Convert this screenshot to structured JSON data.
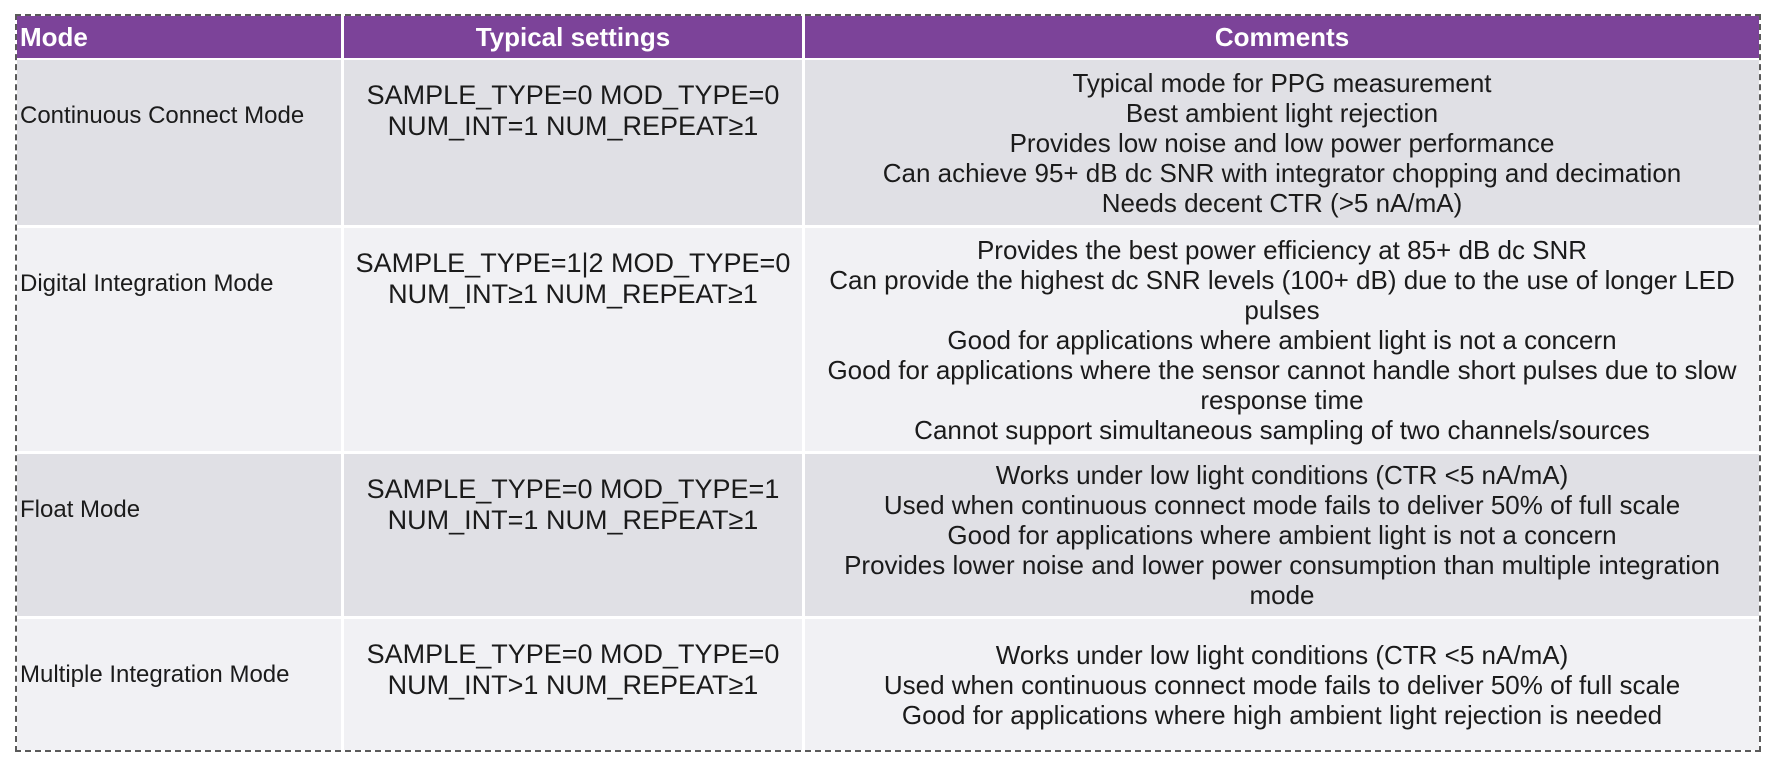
{
  "colors": {
    "header_bg": "#7C4399",
    "header_text": "#FFFFFF",
    "row_dark": "#E0E0E5",
    "row_light": "#F1F1F4",
    "body_text": "#1B1B1B",
    "gridline": "#FFFFFF",
    "outer_border": "#5A5A5A",
    "page_bg": "#FFFFFF"
  },
  "table": {
    "columns": [
      {
        "label": "Mode"
      },
      {
        "label": "Typical settings"
      },
      {
        "label": "Comments"
      }
    ],
    "rows": [
      {
        "mode": "Continuous Connect Mode",
        "settings": [
          "SAMPLE_TYPE=0 MOD_TYPE=0",
          "NUM_INT=1 NUM_REPEAT≥1"
        ],
        "comments": [
          "Typical mode for PPG measurement",
          "Best ambient light rejection",
          "Provides low noise and low power performance",
          "Can achieve 95+ dB dc SNR with integrator chopping and decimation",
          "Needs decent CTR (>5 nA/mA)"
        ]
      },
      {
        "mode": "Digital Integration Mode",
        "settings": [
          "SAMPLE_TYPE=1|2 MOD_TYPE=0",
          "NUM_INT≥1 NUM_REPEAT≥1"
        ],
        "comments": [
          "Provides the best power efficiency at 85+ dB dc SNR",
          "Can provide the highest dc SNR levels (100+ dB) due to the use of longer LED pulses",
          "Good for applications where ambient light is not a concern",
          "Good for applications where the sensor cannot handle short pulses due to slow response time",
          "Cannot support simultaneous sampling of two channels/sources"
        ]
      },
      {
        "mode": "Float Mode",
        "settings": [
          "SAMPLE_TYPE=0 MOD_TYPE=1",
          "NUM_INT=1 NUM_REPEAT≥1"
        ],
        "comments": [
          "Works under low light conditions (CTR <5 nA/mA)",
          "Used when continuous connect mode fails to deliver 50% of full scale",
          "Good for applications where ambient light is not a concern",
          "Provides lower noise and lower power consumption than multiple integration mode"
        ]
      },
      {
        "mode": "Multiple Integration Mode",
        "settings": [
          "SAMPLE_TYPE=0 MOD_TYPE=0",
          "NUM_INT>1 NUM_REPEAT≥1"
        ],
        "comments": [
          "Works under low light conditions (CTR <5 nA/mA)",
          "Used when continuous connect mode fails to deliver 50% of full scale",
          "Good for applications where high ambient light rejection is needed"
        ]
      }
    ]
  }
}
